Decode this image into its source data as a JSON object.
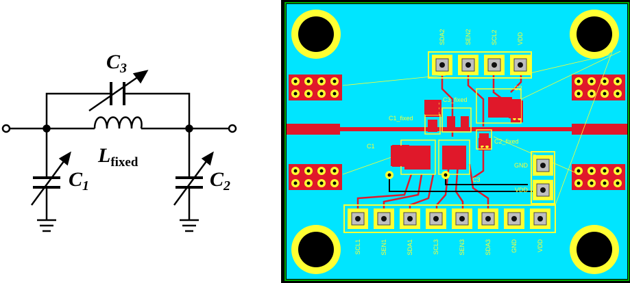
{
  "schematic": {
    "labels": {
      "c3_main": "C",
      "c3_sub": "3",
      "l_main": "L",
      "l_sub": "fixed",
      "c1_main": "C",
      "c1_sub": "1",
      "c2_main": "C",
      "c2_sub": "2"
    }
  },
  "pcb": {
    "colors": {
      "board": "#00e5ff",
      "trace": "#e0182a",
      "silk": "#ffff33",
      "frame": "#000000",
      "border": "#00aa00"
    },
    "top_header": [
      "SDA2",
      "SEN2",
      "SCL2",
      "VDD"
    ],
    "bottom_header": [
      "SCL1",
      "SEN1",
      "SDA1",
      "SCL3",
      "SEN3",
      "SDA3",
      "GND",
      "VDD"
    ],
    "right_header": [
      "GND",
      "VDD"
    ],
    "component_labels": {
      "c1": "C1",
      "c2": "C2",
      "c3": "C3",
      "c1_fixed": "C1_fixed",
      "c2_fixed": "C2_fixed",
      "c3_fixed": "C3_fixed"
    }
  }
}
